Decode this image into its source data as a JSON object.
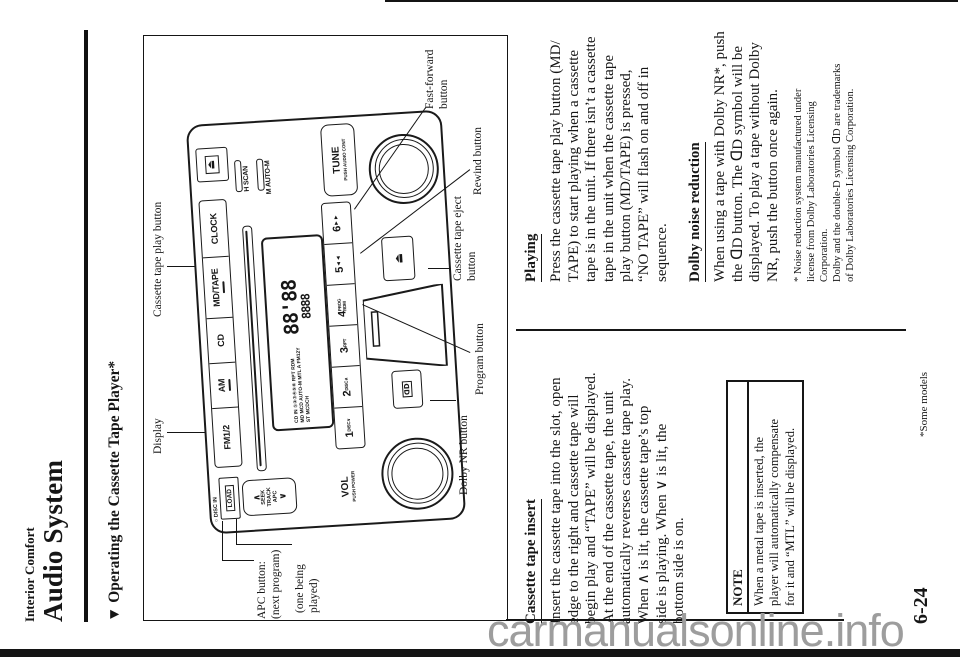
{
  "page": {
    "header": {
      "kicker": "Interior Comfort",
      "title": "Audio System"
    },
    "section_heading": "▼ Operating the Cassette Tape Player*",
    "footer": {
      "page_number": "6-24",
      "footnote": "*Some models"
    },
    "watermark": "carmanualsonline.info",
    "ink_color": "#161616",
    "watermark_color": "#9d9d9d"
  },
  "diagram": {
    "callouts": {
      "play_button": "Cassette tape play button",
      "display": "Display",
      "fast_forward_1": "Fast-forward",
      "fast_forward_2": "button",
      "rewind": "Rewind button",
      "eject_1": "Cassette tape eject",
      "eject_2": "button",
      "program": "Program button",
      "dolby_nr": "Dolby NR button",
      "apc_1a": "APC button:",
      "apc_1b": "(next program)",
      "apc_2a": "(one being",
      "apc_2b": "played)"
    },
    "radio": {
      "disc_in_label": "○ DISC IN",
      "load_label": "LOAD",
      "top_buttons": [
        "FM1/2",
        "AM",
        "CD",
        "MD/TAPE",
        "CLOCK"
      ],
      "eject_symbol": "⏏",
      "rocker": {
        "up": "∧",
        "l1": "SEEK",
        "l2": "TRACK",
        "l3": "APC",
        "down": "∨"
      },
      "scan_label": "H SCAN",
      "autom_label": "M AUTO-M",
      "tune_label": "TUNE",
      "tune_sub": "PUSH AUDIO CONT",
      "vol_label": "VOL",
      "vol_sub": "PUSH POWER",
      "display_readout": {
        "line1": "CD IN ①②③④⑤⑥ RPT RDM",
        "line2": "MD MCD AUTO-M MTL A FM12Y",
        "line3": "ST MCDCH",
        "seg_row1": "88'88",
        "seg_row2": "8888"
      },
      "presets": [
        {
          "num": "1",
          "sub": "DISC∨"
        },
        {
          "num": "2",
          "sub": "DISC∧"
        },
        {
          "num": "3",
          "sub": "RPT"
        },
        {
          "num": "4",
          "sub": "PROG RDM"
        },
        {
          "num": "5",
          "sub": "◄◄"
        },
        {
          "num": "6",
          "sub": "►►"
        }
      ],
      "dolby_symbol": "ᗡD",
      "cassette_eject_symbol": "⏏"
    }
  },
  "columns": {
    "left": {
      "heading": "Cassette tape insert",
      "lines": [
        "Insert the cassette tape into the slot, open",
        "edge to the right and cassette tape will",
        "begin play and “TAPE” will be displayed.",
        "At the end of the cassette tape, the unit",
        "automatically reverses cassette tape play.",
        "When ∧ is lit, the cassette tape’s top",
        "side is playing. When ∨ is lit, the",
        "bottom side is on."
      ]
    },
    "right": {
      "heading": "Playing",
      "lines": [
        "Press the cassette tape play button (MD/",
        "TAPE) to start playing when a cassette",
        "tape is in the unit. If there isn’t a cassette",
        "tape in the unit when the cassette tape",
        "play button (MD/TAPE) is pressed,",
        "“NO TAPE” will flash on and off in",
        "sequence."
      ],
      "heading2": "Dolby noise reduction",
      "lines2": [
        "When using a tape with Dolby NR*, push",
        "the ᗡD button. The ᗡD symbol will be",
        "displayed. To play a tape without Dolby",
        "NR, push the button once again."
      ],
      "footnote_lines": [
        "* Noise reduction system manufactured under",
        "license from Dolby Laboratories Licensing",
        "Corporation.",
        "Dolby and the double-D symbol ᗡD are trademarks",
        "of Dolby Laboratories Licensing Corporation."
      ]
    }
  },
  "note_box": {
    "title": "NOTE",
    "lines": [
      "When a metal tape is inserted, the",
      "player will automatically compensate",
      "for it and “MTL” will be displayed."
    ]
  }
}
